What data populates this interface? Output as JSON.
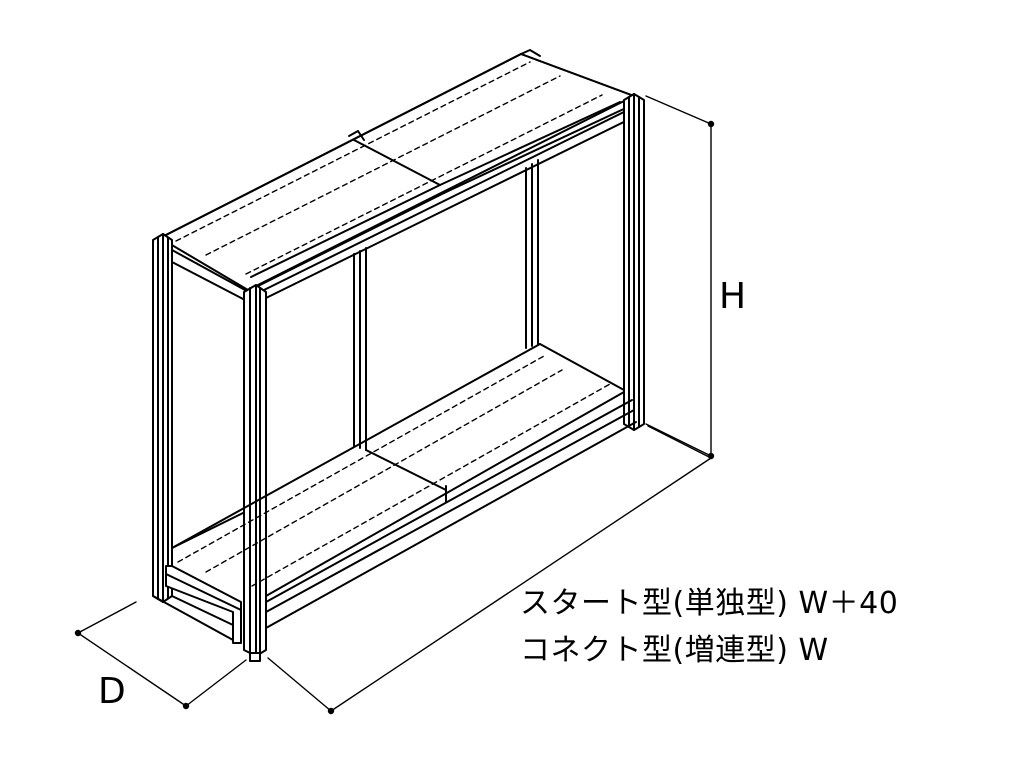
{
  "dimensions": {
    "height_label": "H",
    "depth_label": "D",
    "width_notes": [
      "スタート型(単独型) W＋40",
      "コネクト型(増連型) W"
    ]
  },
  "colors": {
    "line": "#000000",
    "fill": "#ffffff"
  }
}
